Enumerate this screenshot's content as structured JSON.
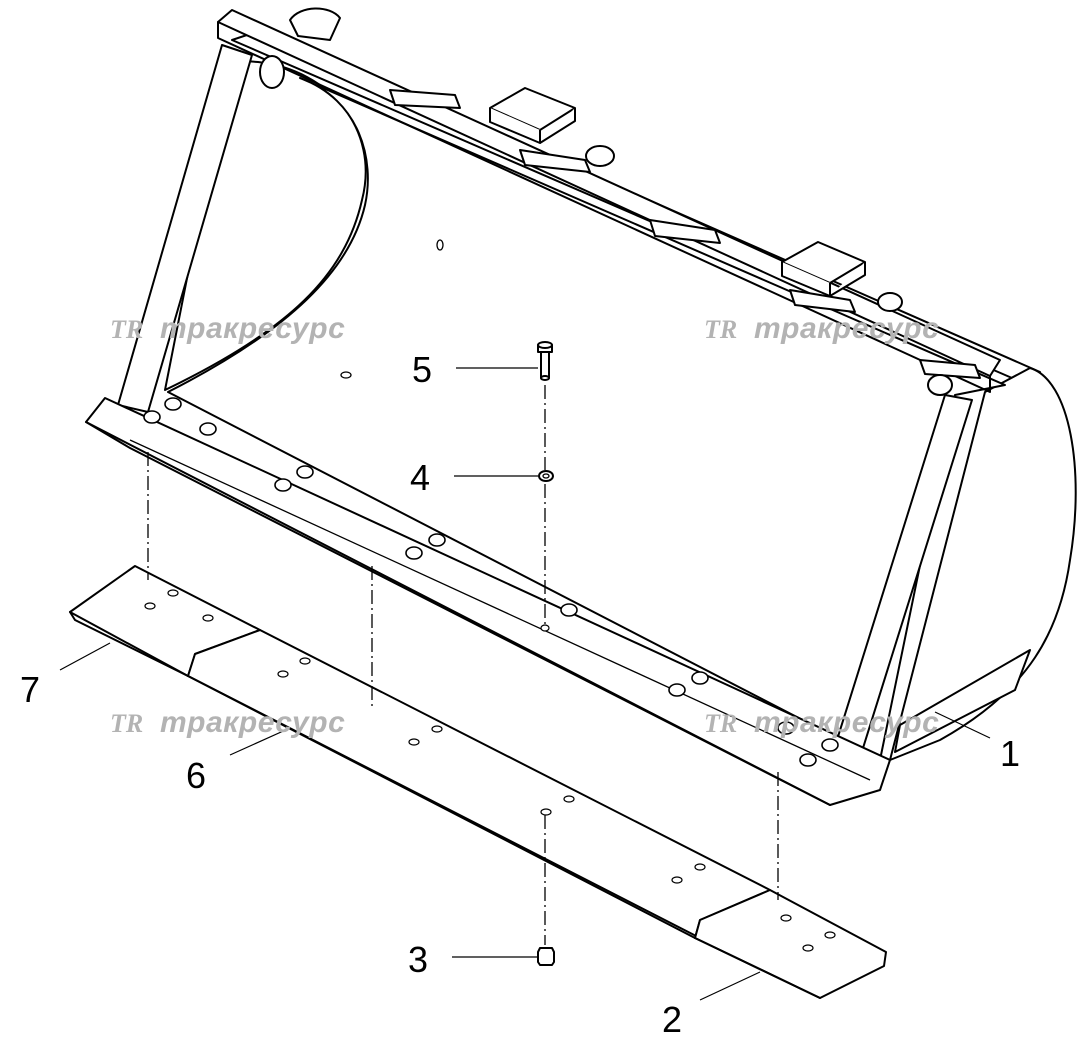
{
  "callouts": {
    "c1": "1",
    "c2": "2",
    "c3": "3",
    "c4": "4",
    "c5": "5",
    "c6": "6",
    "c7": "7"
  },
  "watermark": {
    "logo": "TR",
    "text": "тракресурс"
  }
}
